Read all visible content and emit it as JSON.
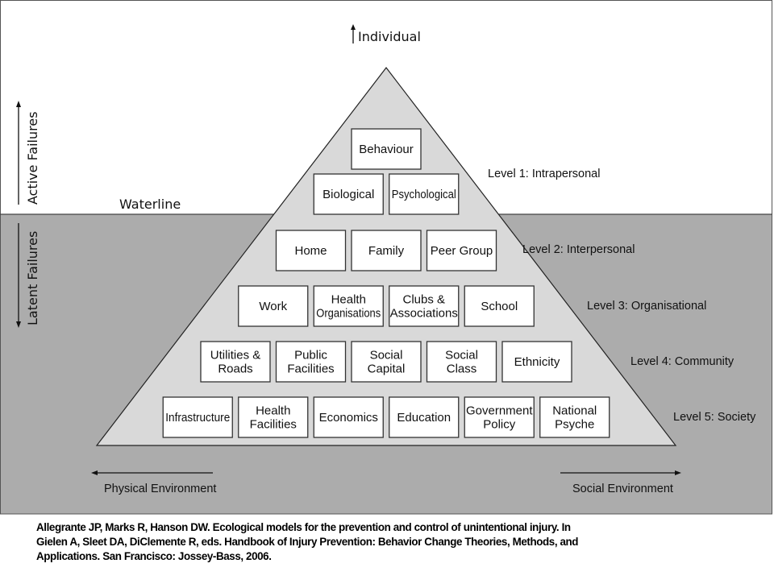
{
  "diagram": {
    "title_top": "Individual",
    "waterline_label": "Waterline",
    "left_axis": {
      "active": "Active Failures",
      "latent": "Latent Failures"
    },
    "bottom_axis": {
      "left": "Physical Environment",
      "right": "Social Environment"
    },
    "levels": [
      {
        "label": "Level 1: Intrapersonal",
        "rows": [
          [
            "Behaviour"
          ],
          [
            "Biological",
            "Psychological"
          ]
        ]
      },
      {
        "label": "Level 2: Interpersonal",
        "rows": [
          [
            "Home",
            "Family",
            "Peer Group"
          ]
        ]
      },
      {
        "label": "Level 3: Organisational",
        "rows": [
          [
            "Work",
            "Health\nOrganisations",
            "Clubs &\nAssociations",
            "School"
          ]
        ]
      },
      {
        "label": "Level 4: Community",
        "rows": [
          [
            "Utilities &\nRoads",
            "Public\nFacilities",
            "Social\nCapital",
            "Social\nClass",
            "Ethnicity"
          ]
        ]
      },
      {
        "label": "Level 5: Society",
        "rows": [
          [
            "Infrastructure",
            "Health\nFacilities",
            "Economics",
            "Education",
            "Government\nPolicy",
            "National\nPsyche"
          ]
        ]
      }
    ],
    "colors": {
      "above_water": "#ffffff",
      "below_water": "#acacac",
      "pyramid": "#d9d9d9",
      "box": "#ffffff",
      "stroke": "#333333"
    }
  },
  "citation": {
    "lines": [
      "Allegrante  JP, Marks R, Hanson DW.  Ecological models for the prevention and control of unintentional injury.  In",
      "Gielen A, Sleet DA, DiClemente R, eds.  Handbook of Injury  Prevention:  Behavior Change Theories, Methods, and",
      "Applications.   San Francisco:  Jossey-Bass, 2006."
    ]
  }
}
